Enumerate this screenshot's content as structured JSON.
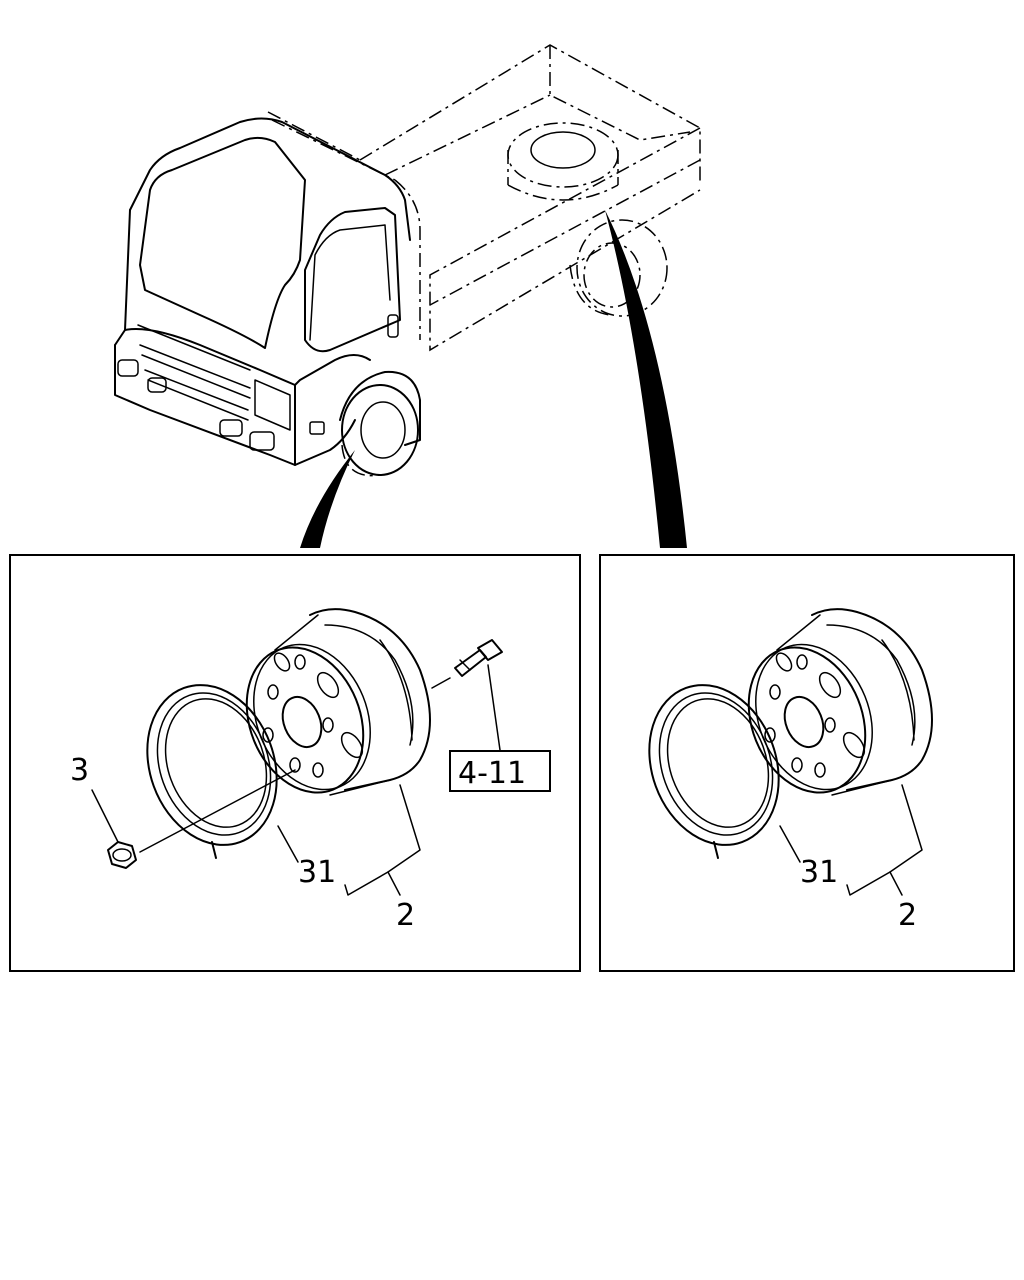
{
  "labels": {
    "left_nut": "3",
    "left_ring": "31",
    "left_wheel": "2",
    "left_ref": "4-11",
    "right_ring": "31",
    "right_wheel": "2"
  }
}
